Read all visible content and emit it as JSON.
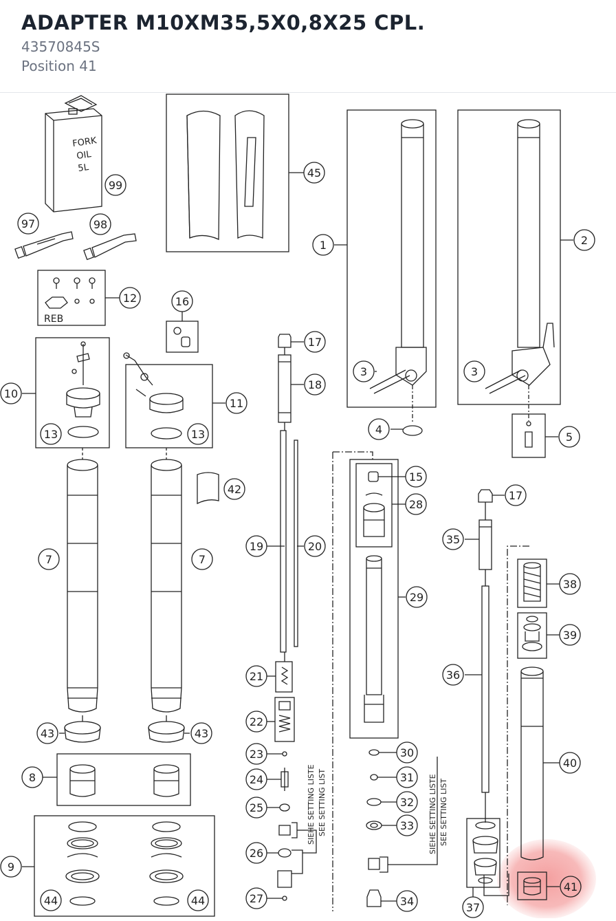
{
  "header": {
    "title": "ADAPTER M10XM35,5X0,8X25 CPL.",
    "part_number": "43570845S",
    "position": "Position 41"
  },
  "diagram": {
    "highlight_color": "#f28b8b",
    "line_color": "#222222",
    "oil_can_text": [
      "FORK",
      "OIL",
      "5L"
    ],
    "reb_label": "REB",
    "setting_note_de": "SIEHE SETTING LISTE",
    "setting_note_en": "SEE SETTING LIST",
    "highlighted_callout": "41",
    "callouts": {
      "c1": "1",
      "c2": "2",
      "c3a": "3",
      "c3b": "3",
      "c4": "4",
      "c5": "5",
      "c7a": "7",
      "c7b": "7",
      "c8": "8",
      "c9": "9",
      "c10": "10",
      "c11": "11",
      "c12": "12",
      "c13a": "13",
      "c13b": "13",
      "c15": "15",
      "c16": "16",
      "c17a": "17",
      "c17b": "17",
      "c18": "18",
      "c19": "19",
      "c20": "20",
      "c21": "21",
      "c22": "22",
      "c23": "23",
      "c24": "24",
      "c25": "25",
      "c26": "26",
      "c27": "27",
      "c28": "28",
      "c29": "29",
      "c30": "30",
      "c31": "31",
      "c32": "32",
      "c33": "33",
      "c34": "34",
      "c35": "35",
      "c36": "36",
      "c37": "37",
      "c38": "38",
      "c39": "39",
      "c40": "40",
      "c41": "41",
      "c42": "42",
      "c43a": "43",
      "c43b": "43",
      "c44a": "44",
      "c44b": "44",
      "c45": "45",
      "c97": "97",
      "c98": "98",
      "c99": "99"
    }
  }
}
